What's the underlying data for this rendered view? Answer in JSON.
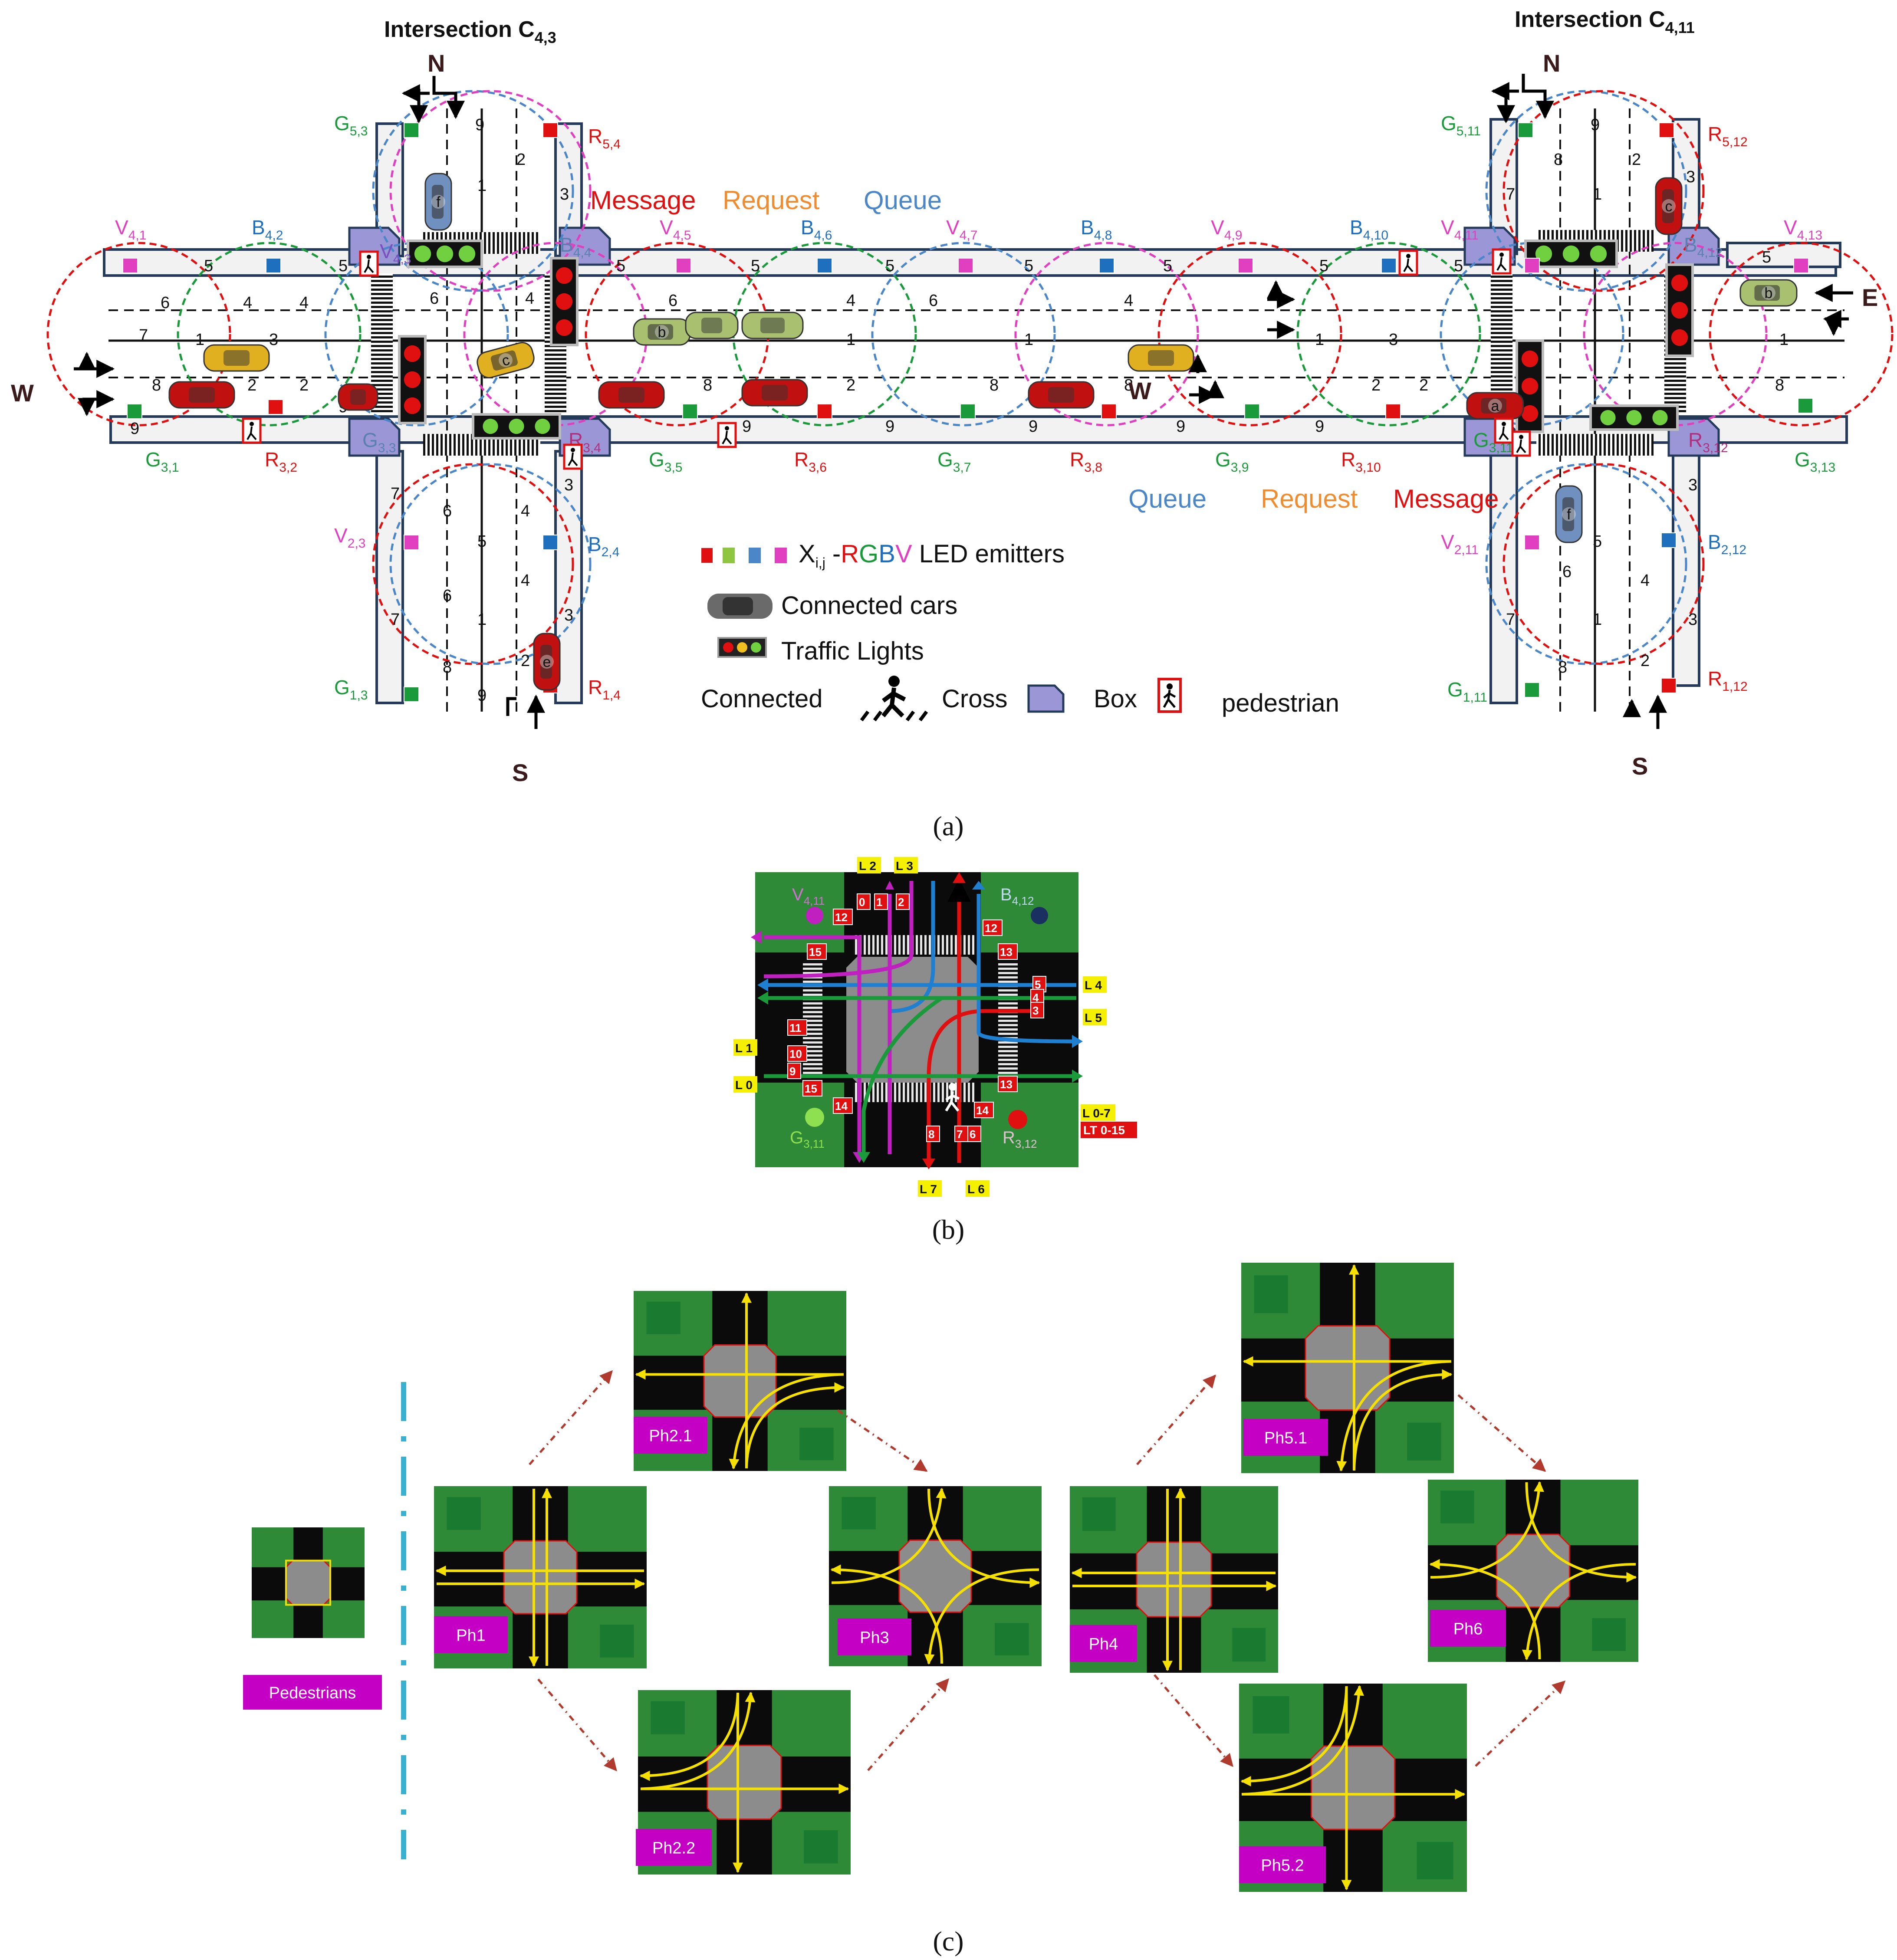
{
  "panel_a": {
    "caption": "(a)",
    "intersection_left": {
      "title": "Intersection C",
      "sub": "4,3"
    },
    "intersection_right": {
      "title": "Intersection C",
      "sub": "4,11"
    },
    "dirs": {
      "n": "N",
      "s": "S",
      "w": "W",
      "e": "E",
      "w_mid": "W"
    },
    "msg_top": {
      "message": "Message",
      "request": "Request",
      "queue": "Queue"
    },
    "msg_bottom": {
      "queue": "Queue",
      "request": "Request",
      "message": "Message"
    },
    "emitters": [
      {
        "t": "V",
        "s": "4,1",
        "c": "#e040c0"
      },
      {
        "t": "B",
        "s": "4,2",
        "c": "#1f6fbf"
      },
      {
        "t": "V",
        "s": "4,5",
        "c": "#e040c0"
      },
      {
        "t": "B",
        "s": "4,6",
        "c": "#1f6fbf"
      },
      {
        "t": "V",
        "s": "4,7",
        "c": "#e040c0"
      },
      {
        "t": "B",
        "s": "4,8",
        "c": "#1f6fbf"
      },
      {
        "t": "V",
        "s": "4,9",
        "c": "#e040c0"
      },
      {
        "t": "B",
        "s": "4,10",
        "c": "#1f6fbf"
      },
      {
        "t": "V",
        "s": "4,11",
        "c": "#e040c0"
      },
      {
        "t": "V",
        "s": "4,13",
        "c": "#e040c0"
      },
      {
        "t": "G",
        "s": "3,1",
        "c": "#1a9a3a"
      },
      {
        "t": "R",
        "s": "3,2",
        "c": "#e01010"
      },
      {
        "t": "G",
        "s": "3,5",
        "c": "#1a9a3a"
      },
      {
        "t": "R",
        "s": "3,6",
        "c": "#e01010"
      },
      {
        "t": "G",
        "s": "3,7",
        "c": "#1a9a3a"
      },
      {
        "t": "R",
        "s": "3,8",
        "c": "#e01010"
      },
      {
        "t": "G",
        "s": "3,9",
        "c": "#1a9a3a"
      },
      {
        "t": "R",
        "s": "3,10",
        "c": "#e01010"
      },
      {
        "t": "G",
        "s": "3,13",
        "c": "#1a9a3a"
      },
      {
        "t": "G",
        "s": "5,3",
        "c": "#1a9a3a"
      },
      {
        "t": "R",
        "s": "5,4",
        "c": "#e01010"
      },
      {
        "t": "G",
        "s": "5,11",
        "c": "#1a9a3a"
      },
      {
        "t": "R",
        "s": "5,12",
        "c": "#e01010"
      },
      {
        "t": "V",
        "s": "2,3",
        "c": "#e040c0"
      },
      {
        "t": "B",
        "s": "2,4",
        "c": "#1f6fbf"
      },
      {
        "t": "G",
        "s": "1,3",
        "c": "#1a9a3a"
      },
      {
        "t": "R",
        "s": "1,4",
        "c": "#e01010"
      },
      {
        "t": "V",
        "s": "2,11",
        "c": "#e040c0"
      },
      {
        "t": "B",
        "s": "2,12",
        "c": "#1f6fbf"
      },
      {
        "t": "G",
        "s": "1,11",
        "c": "#1a9a3a"
      },
      {
        "t": "R",
        "s": "1,12",
        "c": "#e01010"
      },
      {
        "t": "G",
        "s": "3,3",
        "c": "#5a7fb0"
      },
      {
        "t": "B",
        "s": "4,4",
        "c": "#5a7fb0"
      },
      {
        "t": "R",
        "s": "3,4",
        "c": "#b03080"
      },
      {
        "t": "R",
        "s": "3,12",
        "c": "#b03080"
      },
      {
        "t": "B",
        "s": "4,12",
        "c": "#5a7fb0"
      },
      {
        "t": "G",
        "s": "3,11",
        "c": "#1a9a3a"
      },
      {
        "t": "V",
        "s": "4,3",
        "c": "#7a50c0"
      }
    ],
    "cars": [
      "a",
      "b",
      "c",
      "e",
      "f",
      "b",
      "c",
      "f",
      "a"
    ],
    "legend": {
      "emitters_pre": "X",
      "emitters_sub": "i,j",
      "emitters_dash": " -",
      "r": "R",
      "g": "G",
      "b": "B",
      "v": "V",
      "emitters_post": " LED emitters",
      "cars": "Connected cars",
      "lights": "Traffic Lights",
      "connected": "Connected",
      "cross": "Cross",
      "box": "Box",
      "pedestrian": "pedestrian"
    },
    "colors": {
      "red": "#e01010",
      "green": "#1a9a3a",
      "blue": "#1f6fbf",
      "violet": "#e040c0",
      "orange": "#f08c30",
      "queue": "#4a86c8",
      "box": "#9b97d6"
    }
  },
  "panel_b": {
    "caption": "(b)",
    "v": {
      "t": "V",
      "s": "4,11"
    },
    "bb": {
      "t": "B",
      "s": "4,12"
    },
    "g": {
      "t": "G",
      "s": "3,11"
    },
    "r": {
      "t": "R",
      "s": "3,12"
    },
    "lanes": [
      "L 2",
      "L 3",
      "L 4",
      "L 5",
      "L 1",
      "L 0",
      "L 7",
      "L 6",
      "L 0-7"
    ],
    "lt_label": "LT  0-15",
    "lt_nums": [
      "0",
      "1",
      "2",
      "12",
      "12",
      "15",
      "13",
      "5",
      "4",
      "3",
      "11",
      "10",
      "9",
      "15",
      "14",
      "14",
      "13",
      "8",
      "7",
      "6"
    ]
  },
  "panel_c": {
    "caption": "(c)",
    "phases": [
      "Pedestrians",
      "Ph1",
      "Ph2.1",
      "Ph2.2",
      "Ph3",
      "Ph4",
      "Ph5.1",
      "Ph5.2",
      "Ph6"
    ]
  }
}
